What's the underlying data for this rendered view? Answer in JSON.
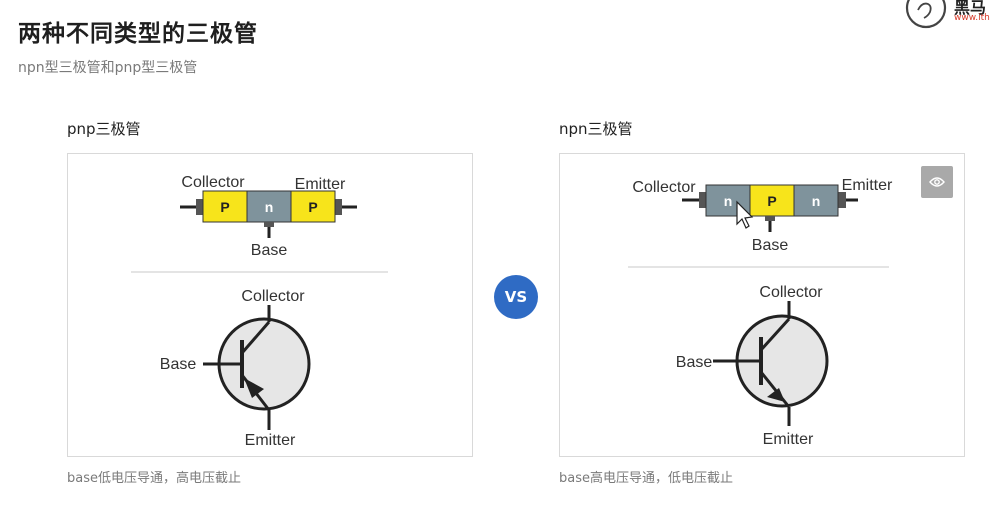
{
  "header": {
    "title": "两种不同类型的三极管",
    "subtitle": "npn型三极管和pnp型三极管"
  },
  "logo": {
    "text": "黑马",
    "url": "www.ith"
  },
  "vs_label": "VS",
  "panels": [
    {
      "label": "pnp三极管",
      "caption": "base低电压导通，高电压截止",
      "block": {
        "collector": "Collector",
        "emitter": "Emitter",
        "base": "Base",
        "segments": [
          "P",
          "n",
          "P"
        ]
      },
      "symbol": {
        "collector": "Collector",
        "base": "Base",
        "emitter": "Emitter"
      }
    },
    {
      "label": "npn三极管",
      "caption": "base高电压导通，低电压截止",
      "block": {
        "collector": "Collector",
        "emitter": "Emitter",
        "base": "Base",
        "segments": [
          "n",
          "P",
          "n"
        ]
      },
      "symbol": {
        "collector": "Collector",
        "base": "Base",
        "emitter": "Emitter"
      }
    }
  ],
  "colors": {
    "p_region": "#f7e41b",
    "n_region": "#7f939c",
    "accent": "#2f6bc4"
  },
  "icons": {
    "view_button": "eye-icon",
    "cursor": "mouse-pointer-icon",
    "logo": "horse-logo-icon"
  }
}
